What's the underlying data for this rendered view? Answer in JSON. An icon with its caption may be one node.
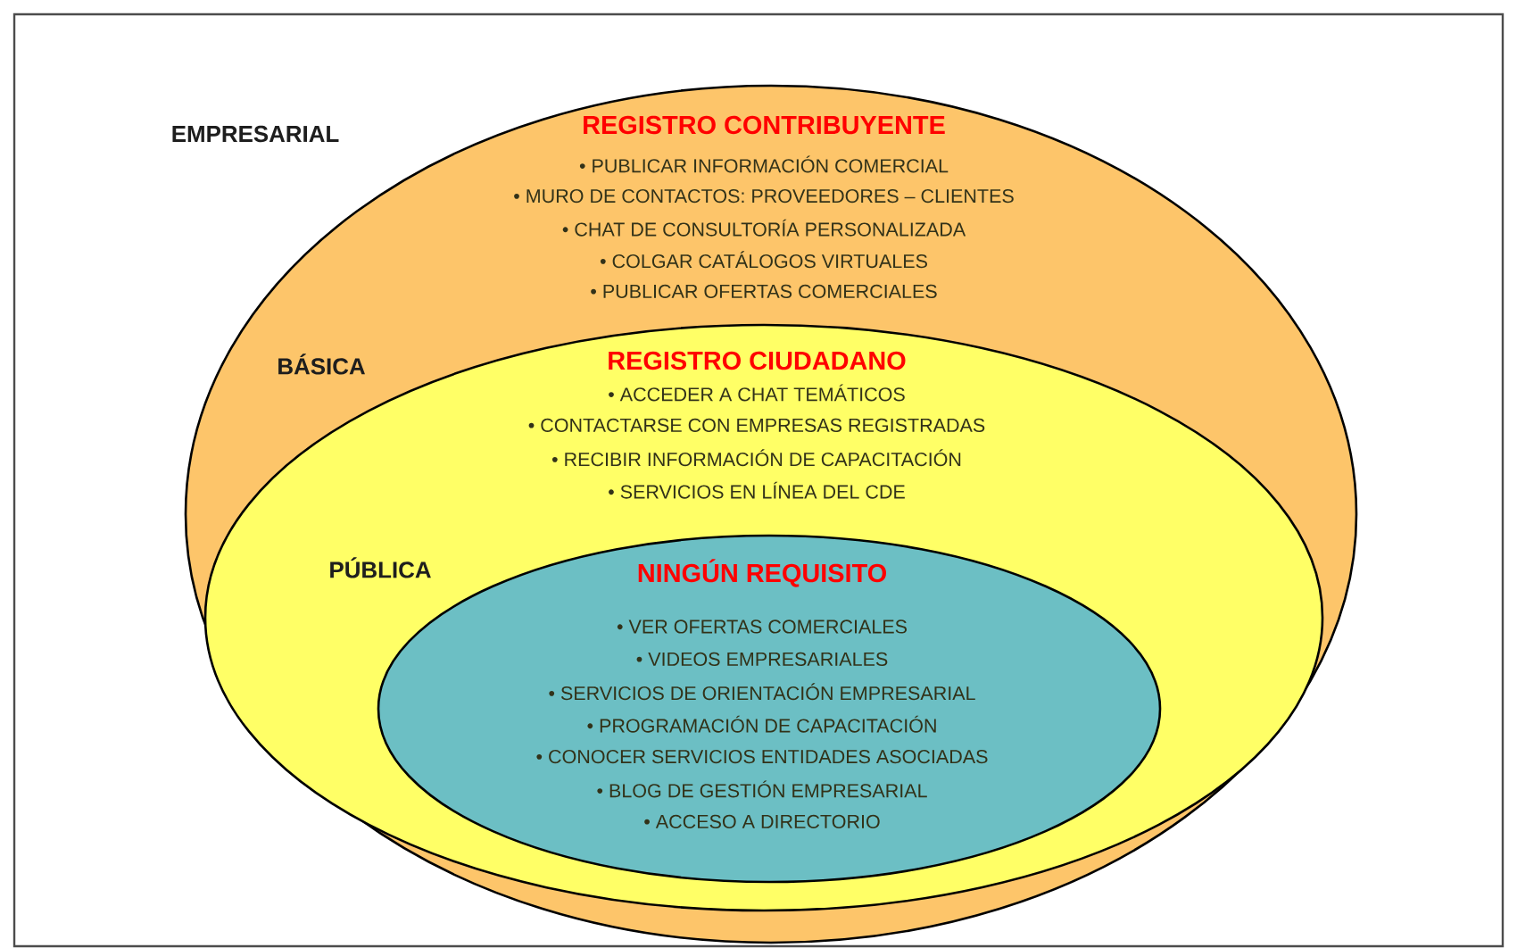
{
  "diagram": {
    "nodes": [
      {
        "text": [
          "REGISTRO CONTRIBUYENTE",
          "• PUBLICAR INFORMACIÓN COMERCIAL",
          "• MURO DE CONTACTOS: PROVEEDORES – CLIENTES",
          "• CHAT DE CONSULTORÍA PERSONALIZADA",
          "• COLGAR CATÁLOGOS VIRTUALES",
          "• PUBLICAR OFERTAS COMERCIALES"
        ],
        "beside": [
          "EMPRESARIAL"
        ]
      },
      {
        "text": [
          "REGISTRO CIUDADANO",
          "• ACCEDER A CHAT TEMÁTICOS",
          "• CONTACTARSE CON EMPRESAS REGISTRADAS",
          "• RECIBIR INFORMACIÓN DE CAPACITACIÓN",
          "• SERVICIOS EN LÍNEA DEL CDE"
        ],
        "beside": [
          "BÁSICA"
        ],
        "in": 0
      },
      {
        "text": [
          "NINGÚN REQUISITO",
          "• VER OFERTAS COMERCIALES",
          "• VIDEOS EMPRESARIALES",
          "• SERVICIOS DE ORIENTACIÓN EMPRESARIAL",
          "• PROGRAMACIÓN DE CAPACITACIÓN",
          "• CONOCER SERVICIOS ENTIDADES ASOCIADAS",
          "• BLOG DE GESTIÓN EMPRESARIAL",
          "• ACCESO A DIRECTORIO"
        ],
        "beside": [
          "PÚBLICA"
        ],
        "in": 1
      }
    ]
  }
}
